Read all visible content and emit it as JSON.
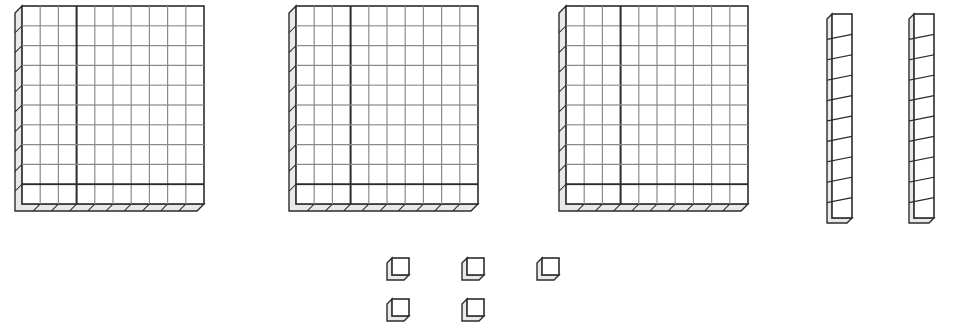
{
  "blocks": {
    "hundreds": {
      "count": 3,
      "grid": 10
    },
    "tens": {
      "count": 2,
      "units_per_rod": 10
    },
    "ones": {
      "count": 5
    }
  },
  "colors": {
    "ink": "#2b2b2b",
    "grid_line": "#8a8a8a",
    "face": "#ffffff",
    "side": "#e9e9e9"
  }
}
